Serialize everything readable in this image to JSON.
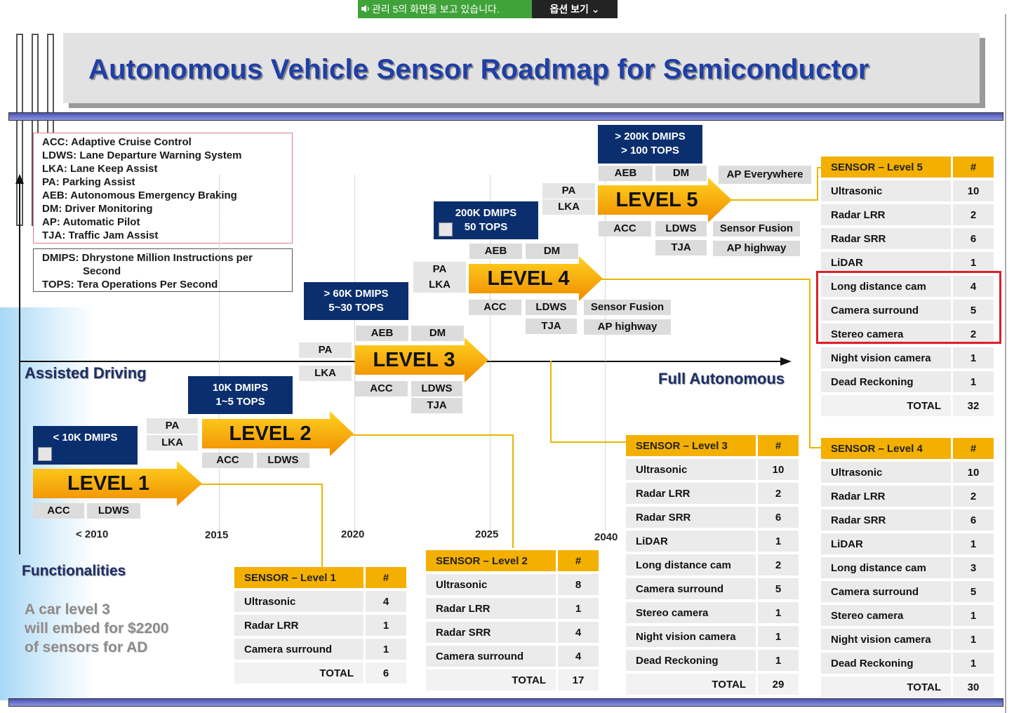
{
  "share_bar": {
    "status_text": "관리 5의 화면을 보고 있습니다.",
    "options_label": "옵션 보기",
    "status_color": "#3fa33a"
  },
  "slide": {
    "title": "Autonomous Vehicle Sensor Roadmap for Semiconductor",
    "glossary": [
      "ACC: Adaptive Cruise Control",
      "LDWS: Lane Departure Warning System",
      "LKA: Lane Keep Assist",
      "PA: Parking Assist",
      "AEB: Autonomous Emergency Braking",
      "DM: Driver Monitoring",
      "AP: Automatic Pilot",
      "TJA: Traffic Jam Assist"
    ],
    "glossary_units": {
      "dmips_line1": "DMIPS: Dhrystone Million Instructions per",
      "dmips_line2": "Second",
      "tops": "TOPS: Tera Operations Per Second"
    },
    "assisted_driving": "Assisted Driving",
    "full_autonomous": "Full Autonomous",
    "years": [
      "< 2010",
      "2015",
      "2020",
      "2025",
      "2040"
    ],
    "functionalities_title": "Functionalities",
    "functionalities_text": [
      "A car level 3",
      "will embed for $2200",
      "of sensors for AD"
    ],
    "levels": [
      {
        "label": "LEVEL 1",
        "compute": [
          "< 10K DMIPS"
        ],
        "features_below": [
          "ACC",
          "LDWS"
        ]
      },
      {
        "label": "LEVEL 2",
        "compute": [
          "10K DMIPS",
          "1~5 TOPS"
        ],
        "features_left": [
          "PA",
          "LKA"
        ],
        "features_below": [
          "ACC",
          "LDWS"
        ]
      },
      {
        "label": "LEVEL 3",
        "compute": [
          "> 60K DMIPS",
          "5~30 TOPS"
        ],
        "features_left": [
          "PA",
          "LKA"
        ],
        "features_above": [
          "AEB",
          "DM"
        ],
        "features_below": [
          "ACC",
          "LDWS",
          "TJA"
        ]
      },
      {
        "label": "LEVEL 4",
        "compute": [
          "200K DMIPS",
          "50 TOPS"
        ],
        "features_left": [
          "PA",
          "LKA"
        ],
        "features_above": [
          "AEB",
          "DM"
        ],
        "features_below": [
          "ACC",
          "LDWS",
          "TJA"
        ],
        "features_right": [
          "Sensor Fusion",
          "AP highway"
        ]
      },
      {
        "label": "LEVEL 5",
        "compute": [
          "> 200K DMIPS",
          "> 100 TOPS"
        ],
        "features_left": [
          "PA",
          "LKA"
        ],
        "features_above": [
          "AEB",
          "DM"
        ],
        "features_below": [
          "ACC",
          "LDWS",
          "TJA"
        ],
        "features_right": [
          "Sensor Fusion",
          "AP highway"
        ],
        "extra": "AP Everywhere"
      }
    ],
    "sensor_tables": [
      {
        "header": "SENSOR – Level 1",
        "count_header": "#",
        "rows": [
          [
            "Ultrasonic",
            "4"
          ],
          [
            "Radar LRR",
            "1"
          ],
          [
            "Camera surround",
            "1"
          ]
        ],
        "total_label": "TOTAL",
        "total": "6"
      },
      {
        "header": "SENSOR – Level 2",
        "count_header": "#",
        "rows": [
          [
            "Ultrasonic",
            "8"
          ],
          [
            "Radar LRR",
            "1"
          ],
          [
            "Radar SRR",
            "4"
          ],
          [
            "Camera surround",
            "4"
          ]
        ],
        "total_label": "TOTAL",
        "total": "17"
      },
      {
        "header": "SENSOR – Level 3",
        "count_header": "#",
        "rows": [
          [
            "Ultrasonic",
            "10"
          ],
          [
            "Radar LRR",
            "2"
          ],
          [
            "Radar SRR",
            "6"
          ],
          [
            "LiDAR",
            "1"
          ],
          [
            "Long distance cam",
            "2"
          ],
          [
            "Camera surround",
            "5"
          ],
          [
            "Stereo camera",
            "1"
          ],
          [
            "Night vision camera",
            "1"
          ],
          [
            "Dead Reckoning",
            "1"
          ]
        ],
        "total_label": "TOTAL",
        "total": "29"
      },
      {
        "header": "SENSOR – Level 4",
        "count_header": "#",
        "rows": [
          [
            "Ultrasonic",
            "10"
          ],
          [
            "Radar LRR",
            "2"
          ],
          [
            "Radar SRR",
            "6"
          ],
          [
            "LiDAR",
            "1"
          ],
          [
            "Long distance cam",
            "3"
          ],
          [
            "Camera surround",
            "5"
          ],
          [
            "Stereo camera",
            "1"
          ],
          [
            "Night vision camera",
            "1"
          ],
          [
            "Dead Reckoning",
            "1"
          ]
        ],
        "total_label": "TOTAL",
        "total": "30"
      },
      {
        "header": "SENSOR – Level 5",
        "count_header": "#",
        "rows": [
          [
            "Ultrasonic",
            "10"
          ],
          [
            "Radar LRR",
            "2"
          ],
          [
            "Radar SRR",
            "6"
          ],
          [
            "LiDAR",
            "1"
          ],
          [
            "Long distance cam",
            "4"
          ],
          [
            "Camera surround",
            "5"
          ],
          [
            "Stereo camera",
            "2"
          ],
          [
            "Night vision camera",
            "1"
          ],
          [
            "Dead Reckoning",
            "1"
          ]
        ],
        "total_label": "TOTAL",
        "total": "32"
      }
    ],
    "colors": {
      "title_blue": "#1f3fa6",
      "compute_navy": "#0b2f6e",
      "arrow_orange": "#f7a800",
      "table_header": "#f4b000",
      "highlight_red": "#dd2028"
    }
  }
}
